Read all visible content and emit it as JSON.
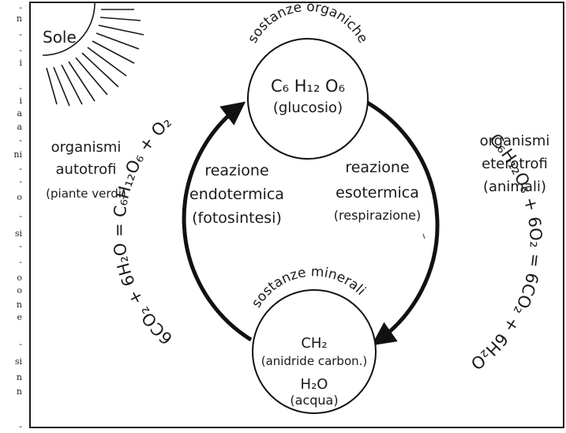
{
  "margin_fragments": [
    "-",
    "n",
    "-",
    "-",
    "i",
    "-",
    "i",
    "a",
    "a",
    "-",
    "ni",
    "-",
    "-",
    "o",
    "-",
    "si",
    "-",
    "-",
    "o",
    "o",
    "n",
    "e",
    "-",
    "si",
    "n",
    "n",
    "-"
  ],
  "sun": {
    "label": "Sole"
  },
  "left_group": {
    "line1": "organismi",
    "line2": "autotrofi",
    "line3": "(piante verdi)"
  },
  "right_group": {
    "line1": "organismi",
    "line2": "eterotrofi",
    "line3": "(animali)"
  },
  "top_node": {
    "arc_label": "sostanze organiche",
    "formula": "C₆ H₁₂ O₆",
    "name": "(glucosio)"
  },
  "bottom_node": {
    "arc_label": "sostanze minerali",
    "formula1": "CH₂",
    "name1": "(anidride carbon.)",
    "formula2": "H₂O",
    "name2": "(acqua)"
  },
  "left_reaction": {
    "line1": "reazione",
    "line2": "endotermica",
    "line3": "(fotosintesi)",
    "equation": "6CO₂ + 6H₂O = C₆H₁₂O₆ + O₂"
  },
  "right_reaction": {
    "line1": "reazione",
    "line2": "esotermica",
    "line3": "(respirazione)",
    "equation": "C₆H₁₂O₆ + 6O₂ = 6CO₂ + 6H₂O"
  }
}
